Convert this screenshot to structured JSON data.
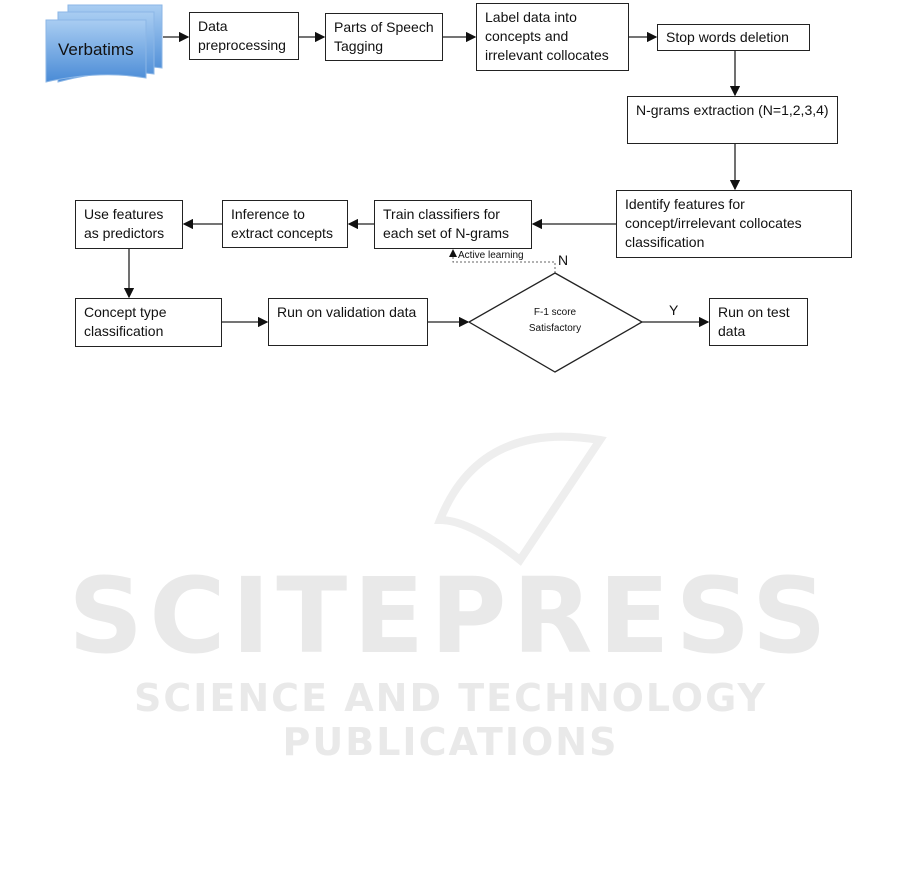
{
  "source": {
    "label": "Verbatims",
    "color": "#5b9bd5"
  },
  "boxes": {
    "data_preprocessing": "Data preprocessing",
    "pos_tagging": "Parts of Speech Tagging",
    "label_data": "Label data into concepts and irrelevant collocates",
    "stop_words": "Stop words deletion",
    "ngrams": "N-grams extraction (N=1,2,3,4)",
    "identify_features": "Identify features for concept/irrelevant collocates classification",
    "train": "Train classifiers for each set of N-grams",
    "inference": "Inference to extract concepts",
    "use_features": "Use features as predictors",
    "concept_type": "Concept type classification",
    "run_validation": "Run on validation data",
    "run_test": "Run on test data"
  },
  "decision": {
    "line1": "F-1 score",
    "line2": "Satisfactory",
    "no_label": "N",
    "yes_label": "Y"
  },
  "feedback_label": "Active learning",
  "watermark": {
    "title": "SCITEPRESS",
    "subtitle": "SCIENCE AND TECHNOLOGY PUBLICATIONS"
  }
}
